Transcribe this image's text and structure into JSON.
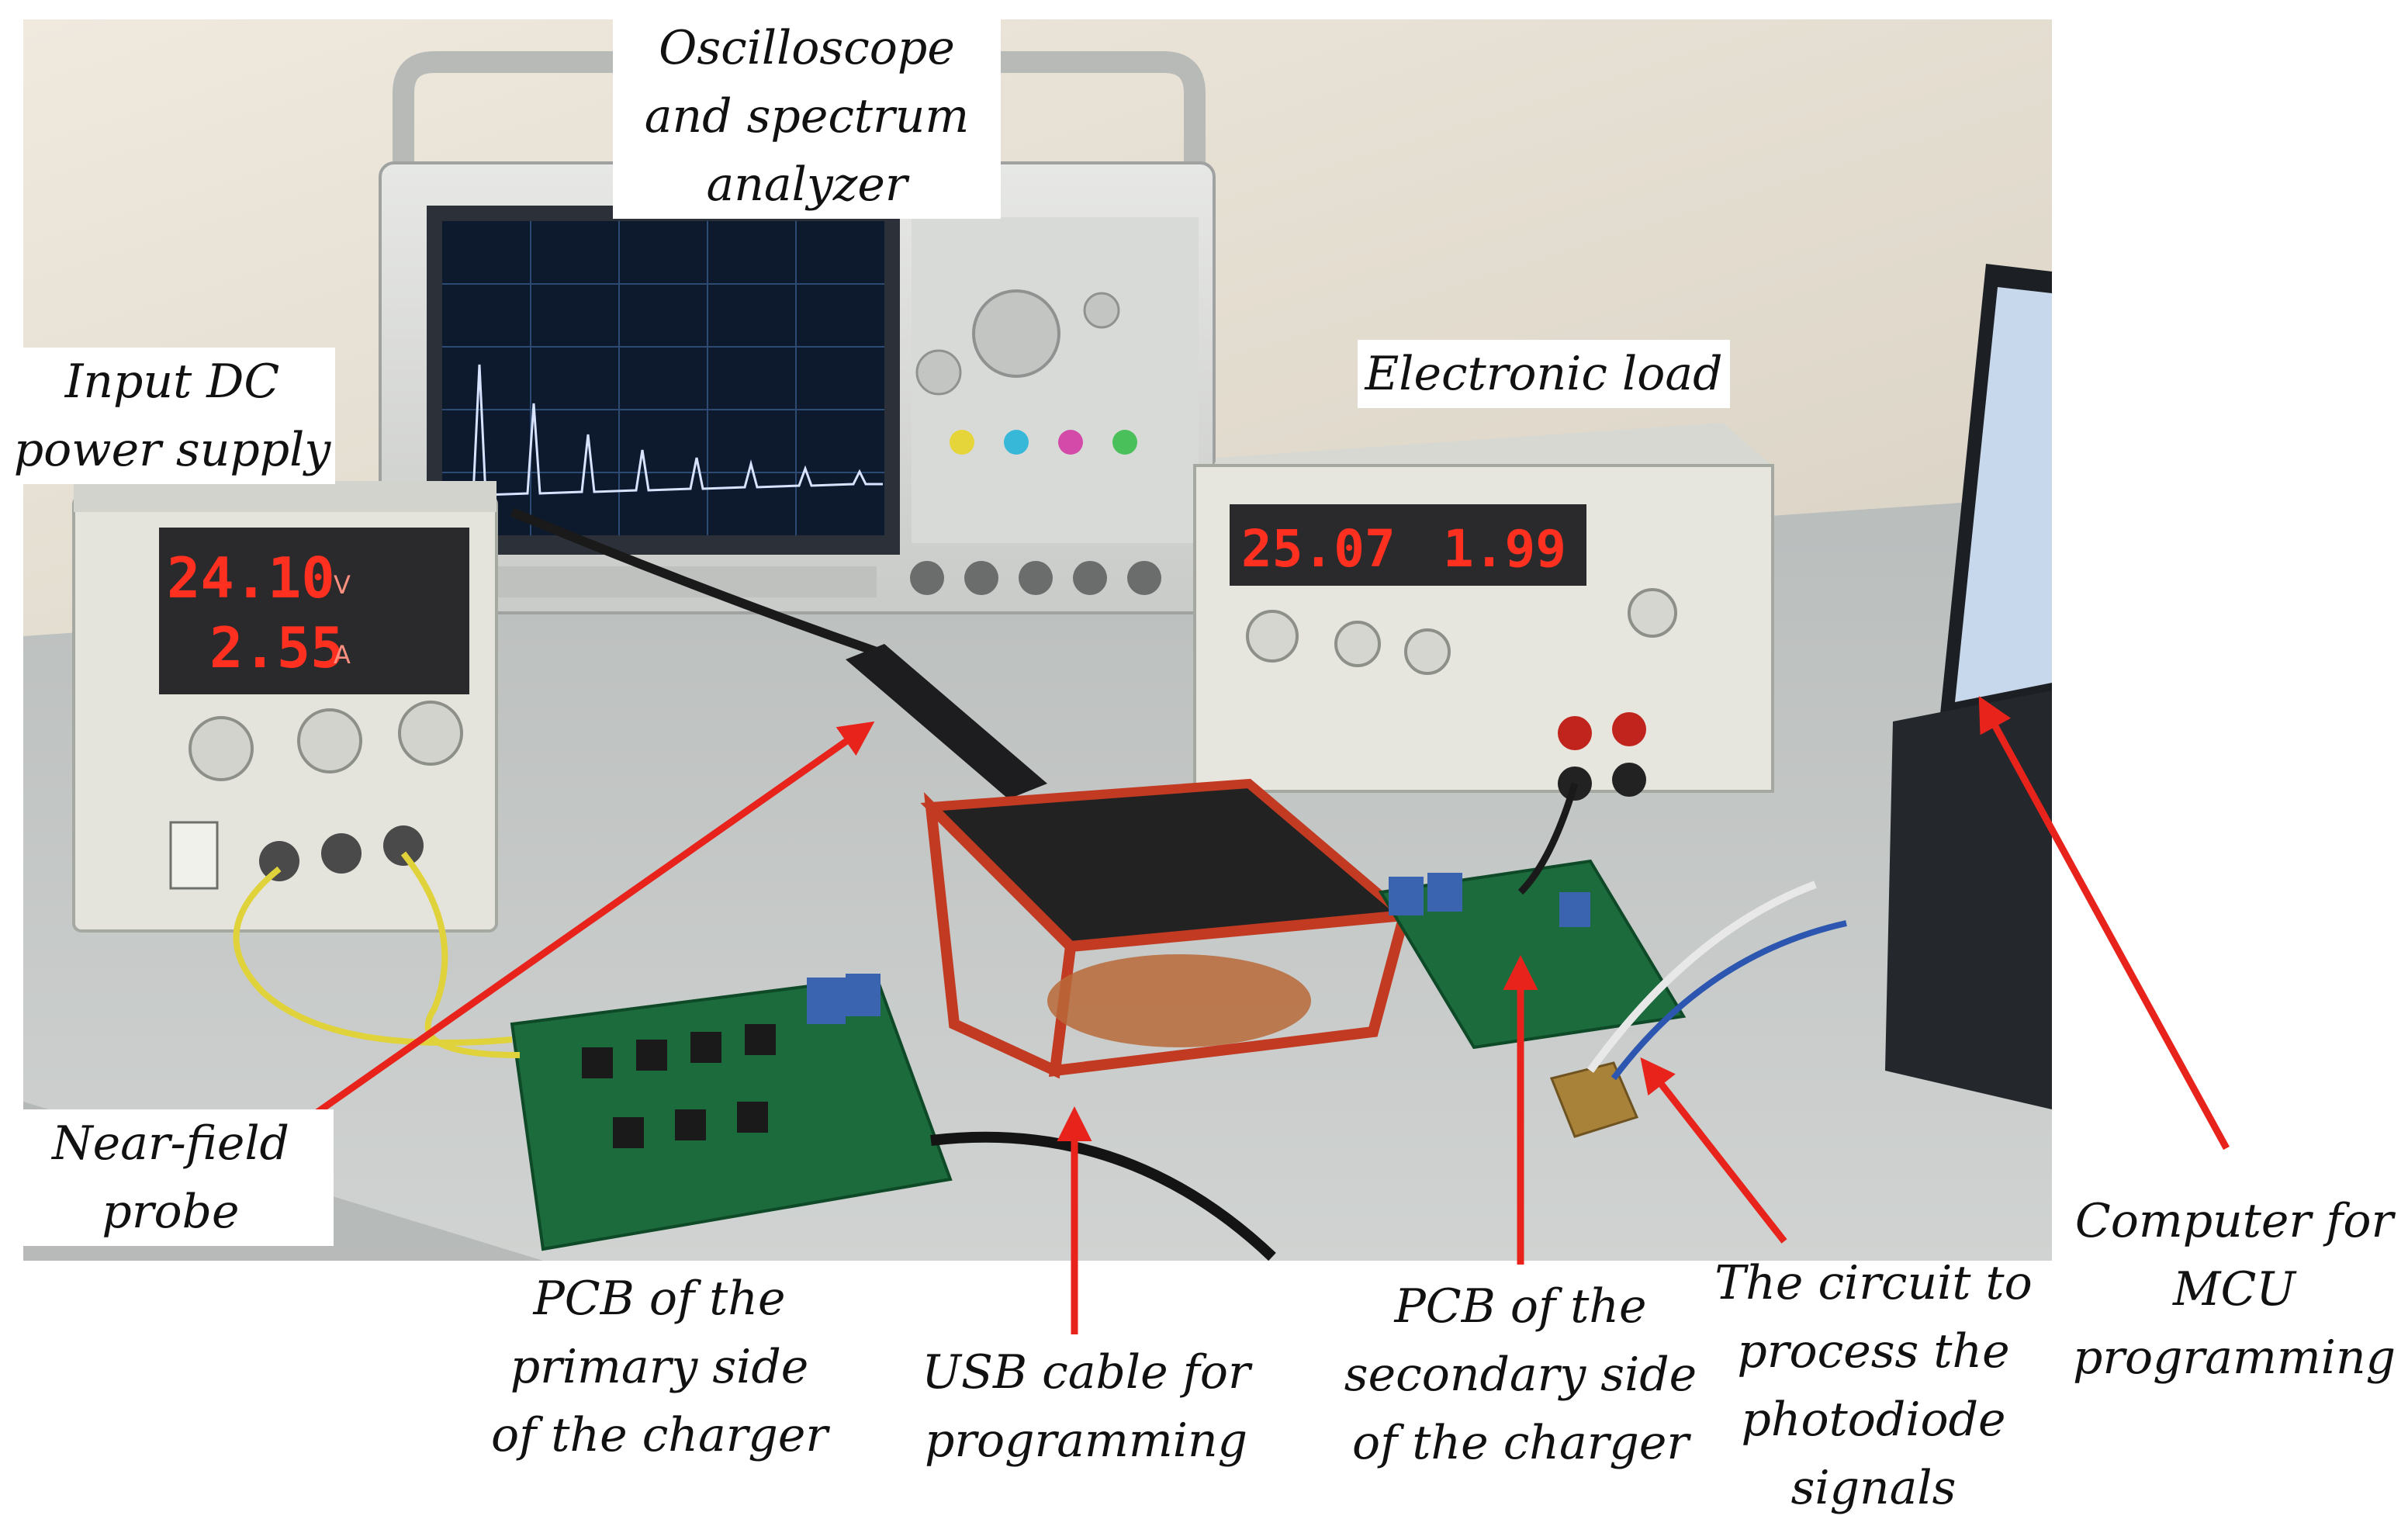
{
  "colors": {
    "wall": "#e8e2d6",
    "bench": "#c5c8c6",
    "arrow": "#e8231c",
    "pcb": "#1b6b3c",
    "display_red": "#ff3020"
  },
  "labels": {
    "oscilloscope": [
      "Oscilloscope",
      "and spectrum",
      "analyzer"
    ],
    "input_dc": [
      "Input DC",
      "power supply"
    ],
    "electronic_load": [
      "Electronic load"
    ],
    "near_field": [
      "Near-field",
      "probe"
    ],
    "pcb_primary": [
      "PCB of the",
      "primary side",
      "of the charger"
    ],
    "usb_cable": [
      "USB cable for",
      "programming"
    ],
    "pcb_secondary": [
      "PCB of the",
      "secondary side",
      "of the charger"
    ],
    "photodiode": [
      "The circuit to",
      "process the",
      "photodiode",
      "signals"
    ],
    "computer": [
      "Computer for",
      "MCU",
      "programming"
    ]
  },
  "displays": {
    "psu_voltage": "24.10",
    "psu_voltage_unit": "V",
    "psu_current": "2.55",
    "psu_current_unit": "A",
    "load_voltage": "25.07",
    "load_current": "1.99"
  }
}
